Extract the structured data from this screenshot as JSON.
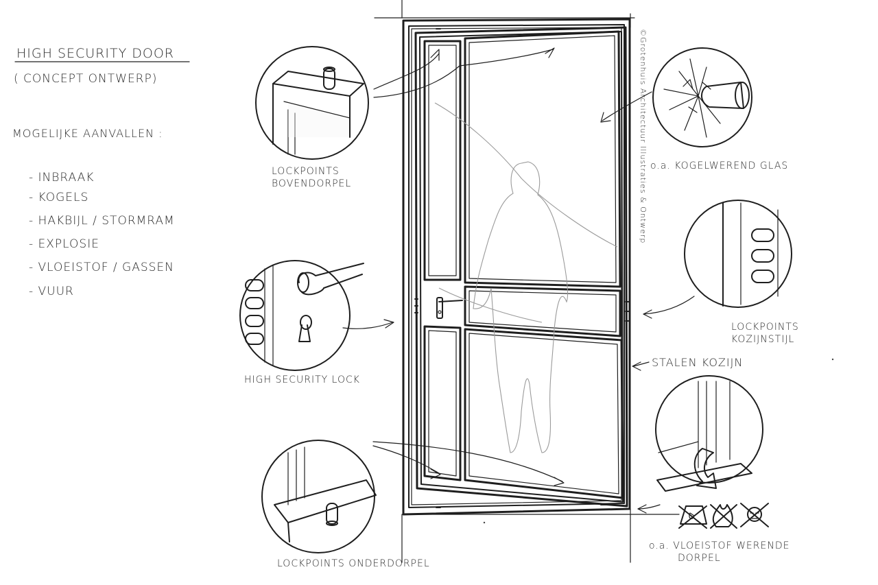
{
  "title": "HIGH SECURITY DOOR",
  "subtitle": "( CONCEPT ONTWERP)",
  "threats_heading": "MOGELIJKE AANVALLEN :",
  "threats": [
    "- INBRAAK",
    "- KOGELS",
    "- HAKBIJL / STORMRAM",
    "- EXPLOSIE",
    "- VLOEISTOF / GASSEN",
    "- VUUR"
  ],
  "callouts": {
    "top_lockpoints": [
      "LOCKPOINTS",
      "BOVENDORPEL"
    ],
    "high_security_lock": "HIGH SECURITY LOCK",
    "bottom_lockpoints": "LOCKPOINTS ONDERDORPEL",
    "bulletproof_glass": "o.a. KOGELWEREND GLAS",
    "frame_lockpoints": [
      "LOCKPOINTS",
      "KOZIJNSTIJL"
    ],
    "steel_frame": "STALEN KOZIJN",
    "threshold": [
      "o.a. VLOEISTOF WERENDE",
      "DORPEL"
    ]
  },
  "copyright": "©Grotenhuis Architectuur Illustraties & Ontwerp",
  "colors": {
    "ink": "#1e1e1e",
    "paper": "#ffffff",
    "faint": "#9a9a9a"
  }
}
